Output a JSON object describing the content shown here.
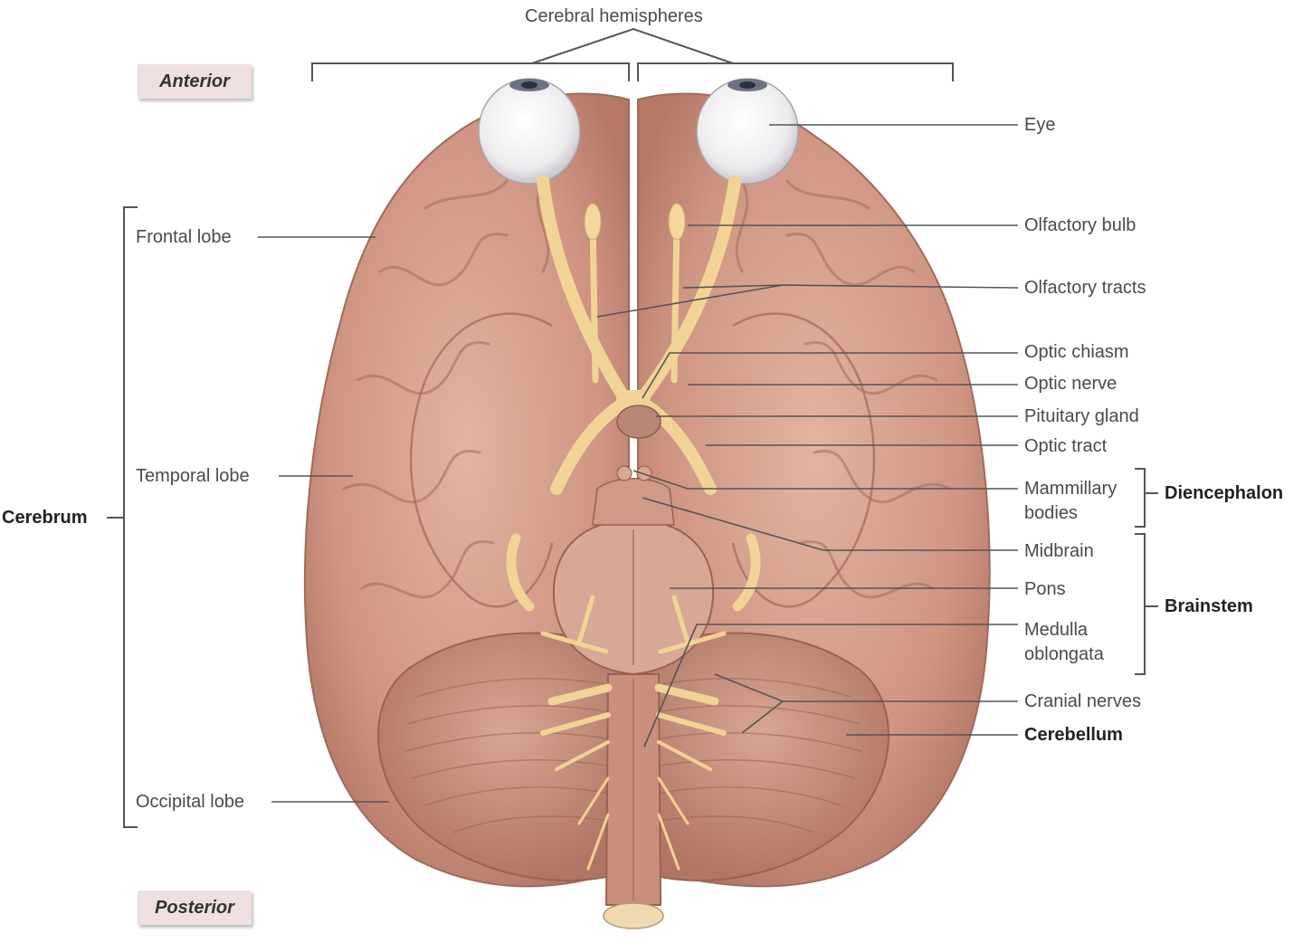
{
  "title": "Cerebral hemispheres",
  "orientation": {
    "anterior": "Anterior",
    "posterior": "Posterior"
  },
  "left_labels": {
    "frontal": "Frontal lobe",
    "temporal": "Temporal lobe",
    "occipital": "Occipital lobe",
    "cerebrum": "Cerebrum"
  },
  "right_labels": {
    "eye": "Eye",
    "olfactory_bulb": "Olfactory bulb",
    "olfactory_tracts": "Olfactory tracts",
    "optic_chiasm": "Optic chiasm",
    "optic_nerve": "Optic nerve",
    "pituitary": "Pituitary gland",
    "optic_tract": "Optic tract",
    "mammillary_1": "Mammillary",
    "mammillary_2": "bodies",
    "midbrain": "Midbrain",
    "pons": "Pons",
    "medulla_1": "Medulla",
    "medulla_2": "oblongata",
    "cranial_nerves": "Cranial nerves",
    "cerebellum": "Cerebellum"
  },
  "groups": {
    "diencephalon": "Diencephalon",
    "brainstem": "Brainstem"
  },
  "colors": {
    "tissue": "#d49a88",
    "tissue_dark": "#a86b5b",
    "nerve": "#f3d79c",
    "leader": "#555555"
  }
}
